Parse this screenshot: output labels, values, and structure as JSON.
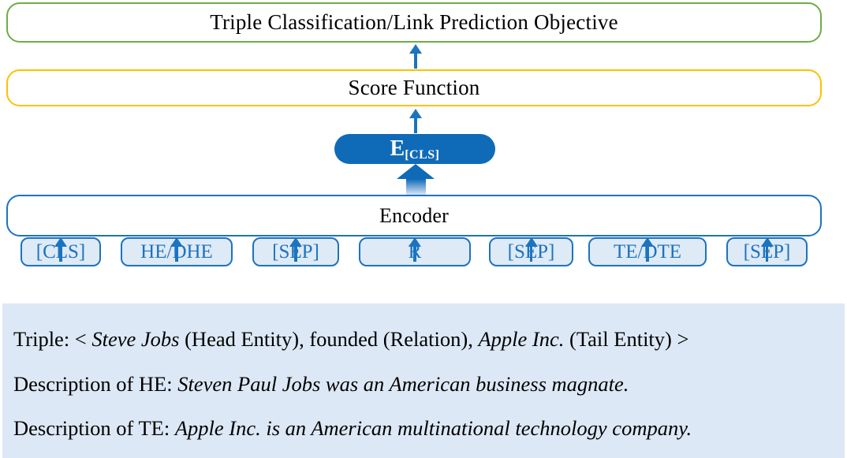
{
  "boxes": {
    "objective": "Triple Classification/Link Prediction Objective",
    "score": "Score Function",
    "encoder": "Encoder"
  },
  "ecls": {
    "base": "E",
    "subscript": "[CLS]"
  },
  "tokens": [
    {
      "label": "[CLS]"
    },
    {
      "label": "HE/DHE"
    },
    {
      "label": "[SEP]"
    },
    {
      "label": "R"
    },
    {
      "label": "[SEP]"
    },
    {
      "label": "TE/DTE"
    },
    {
      "label": "[SEP]"
    }
  ],
  "panel": {
    "triple_line": {
      "prefix": "Triple: < ",
      "head_entity_italic": "Steve Jobs",
      "middle": " (Head Entity), founded (Relation), ",
      "tail_entity_italic": "Apple Inc.",
      "suffix": " (Tail Entity) >"
    },
    "he_line": {
      "label": "Description of HE: ",
      "description_italic": "Steven Paul Jobs was an American business magnate."
    },
    "te_line": {
      "label": "Description of TE: ",
      "description_italic": "Apple Inc. is an American multinational technology company."
    }
  },
  "colors": {
    "objective_border": "#6FAC47",
    "score_border": "#FFC000",
    "blue_line": "#1D73BF",
    "ecls_fill": "#0F6BB7",
    "token_fill": "#DEEAF6",
    "panel_fill": "#DCE8F5"
  }
}
